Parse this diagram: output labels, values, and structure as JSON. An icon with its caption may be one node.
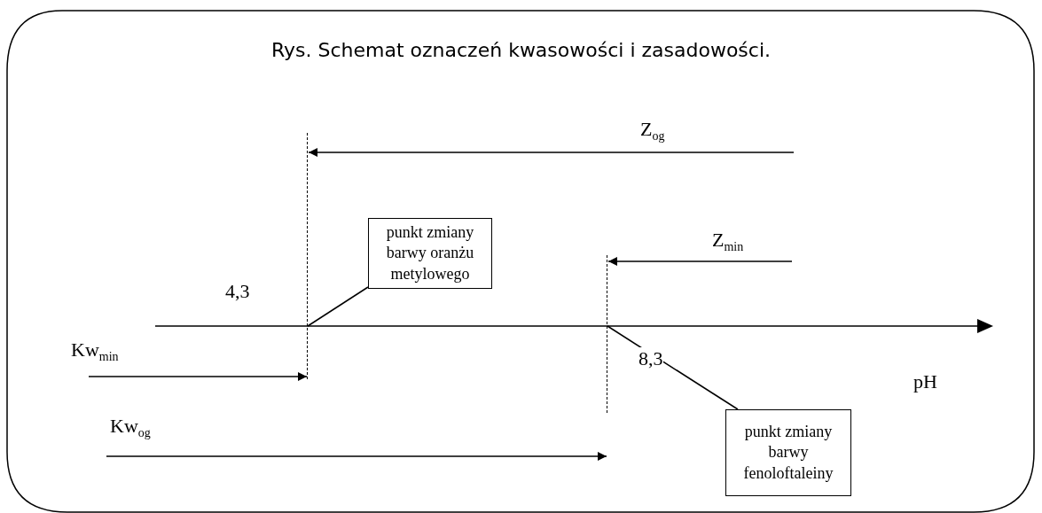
{
  "diagram": {
    "title": "Rys. Schemat oznaczeń kwasowości i zasadowości.",
    "nodes": [
      {
        "text": [],
        "shape": "line",
        "beside": [
          "4,3"
        ]
      },
      {
        "text": [],
        "shape": "line",
        "beside": [
          "8,3"
        ]
      },
      {
        "text": [
          "punkt zmiany barwy oranżu metylowego"
        ]
      },
      {
        "text": [
          "punkt zmiany barwy fenoloftaleiny"
        ]
      }
    ],
    "edges": [
      {
        "from": null,
        "to": 0,
        "arrow": "to",
        "label": "Z$_{og}$"
      },
      {
        "from": null,
        "to": 1,
        "arrow": "to",
        "label": "Z$_{min}$"
      },
      {
        "from": null,
        "to": 0,
        "arrow": "to",
        "label": "Kw$_{min}$"
      },
      {
        "from": null,
        "to": 1,
        "arrow": "to",
        "label": "Kw$_{og}$"
      },
      {
        "from": 2,
        "to": 0,
        "arrow": "none"
      },
      {
        "from": 3,
        "to": 1,
        "arrow": "none"
      }
    ],
    "labels": [
      "pH"
    ]
  }
}
